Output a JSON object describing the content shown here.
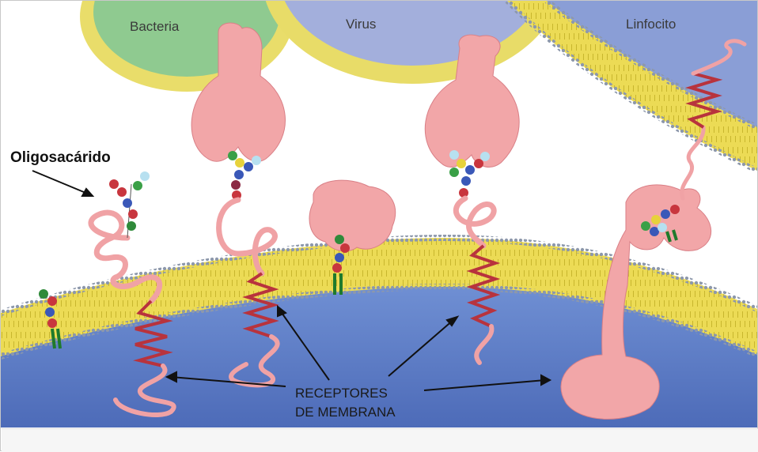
{
  "labels": {
    "bacteria": "Bacteria",
    "virus": "Virus",
    "linfocito": "Linfocito",
    "oligosacarido": "Oligosacárido",
    "receptores_line1": "RECEPTORES",
    "receptores_line2": "DE MEMBRANA"
  },
  "colors": {
    "cytoplasm": "#5f7fc6",
    "bilayer": "#e8d84a",
    "lipid_heads": "#8a95a8",
    "bacteria": "#86c58a",
    "virus": "#9aa6d6",
    "lymphocyte": "#7f94cf",
    "receptor": "#f2a6a8",
    "helix": "#b8333d",
    "anchor": "#1f7a2c"
  }
}
